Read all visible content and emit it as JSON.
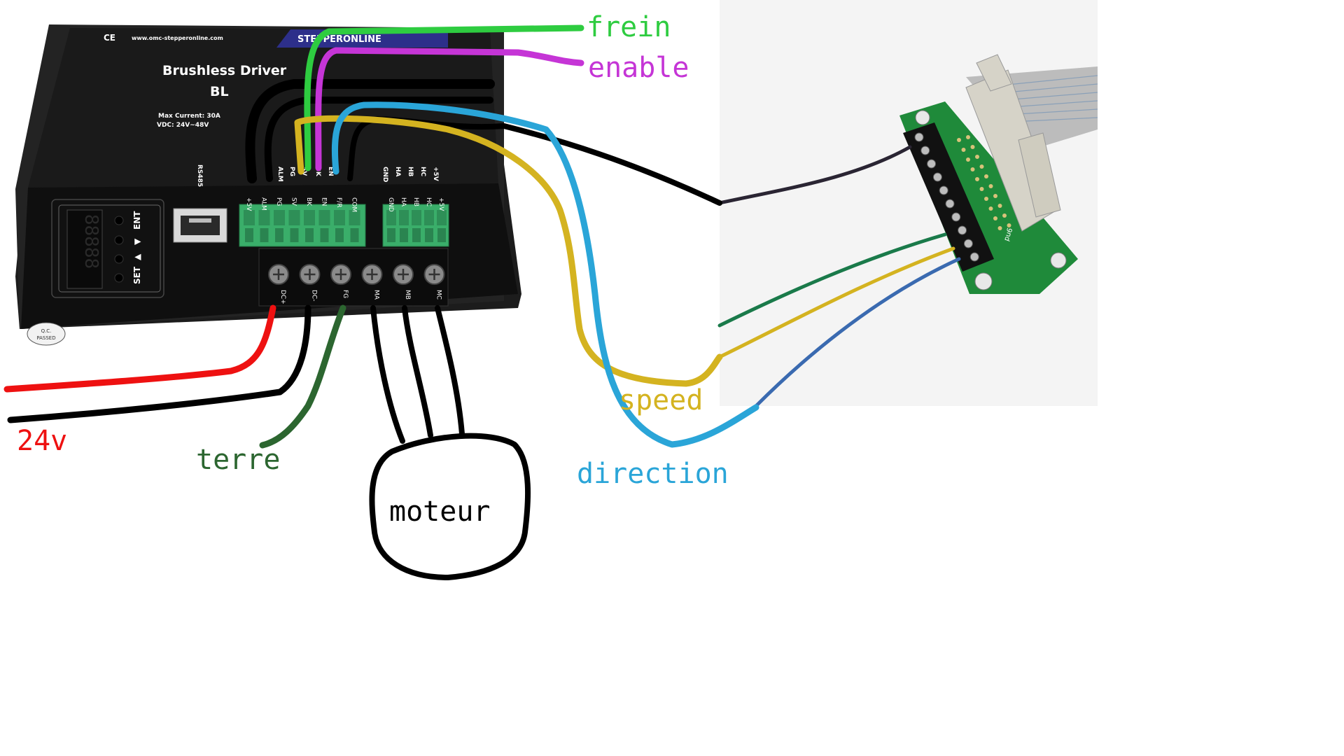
{
  "driver": {
    "ce_mark": "CE",
    "website": "www.omc-stepperonline.com",
    "brand": "STEPPERONLINE",
    "title": "Brushless Driver",
    "model_partial": "BL",
    "spec_current": "Max Current: 30A",
    "spec_voltage": "VDC: 24V~48V",
    "rs485_label": "RS485",
    "display_buttons": {
      "ent": "ENT",
      "set": "SET",
      "up": "▲",
      "down": "▼"
    },
    "qc_line1": "Q.C.",
    "qc_line2": "PASSED",
    "top_pin_labels": [
      "ALM",
      "PG",
      "5V",
      "BK",
      "EN"
    ],
    "top_pin_labels_right": [
      "GND",
      "HA",
      "HB",
      "HC",
      "+5V"
    ],
    "green_block_left": [
      "+5V",
      "ALM",
      "PG",
      "SV",
      "BK",
      "EN",
      "F/R",
      "COM"
    ],
    "green_block_right": [
      "GND",
      "HA",
      "HB",
      "HC",
      "+5V"
    ],
    "power_terminals": [
      "DC+",
      "DC-",
      "FG",
      "MA",
      "MB",
      "MC"
    ]
  },
  "breakout_board": {
    "label": "pu6"
  },
  "annotations": {
    "frein": "frein",
    "enable": "enable",
    "speed": "speed",
    "direction": "direction",
    "terre": "terre",
    "v24": "24v",
    "moteur": "moteur"
  },
  "colors": {
    "frein": "#2ecc40",
    "enable": "#c535d6",
    "speed": "#d4b320",
    "direction": "#2aa5d8",
    "terre": "#2c6630",
    "v24": "#ee1111",
    "black_wire": "#000000",
    "terminal_green": "#3aae6a",
    "pcb_green": "#1f8a3a"
  }
}
